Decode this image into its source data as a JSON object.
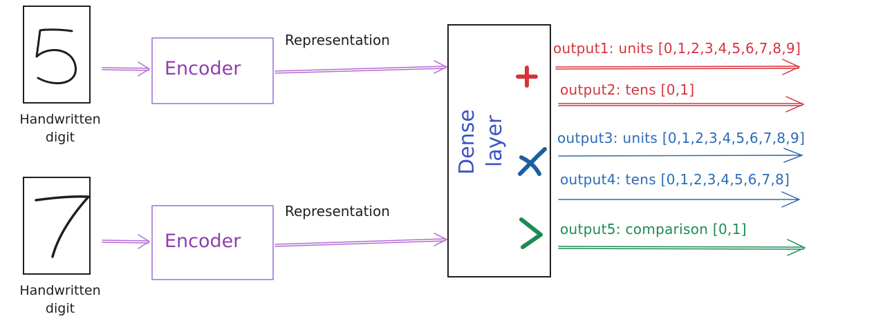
{
  "inputs": [
    {
      "digit": "5",
      "caption_line1": "Handwritten",
      "caption_line2": "digit"
    },
    {
      "digit": "7",
      "caption_line1": "Handwritten",
      "caption_line2": "digit"
    }
  ],
  "encoders": [
    {
      "label": "Encoder",
      "representation_label": "Representation"
    },
    {
      "label": "Encoder",
      "representation_label": "Representation"
    }
  ],
  "dense_layer": {
    "line1": "Dense",
    "line2": "layer"
  },
  "operators": {
    "plus": "+",
    "times": "×",
    "greater": ">"
  },
  "outputs": [
    {
      "label": "output1: units [0,1,2,3,4,5,6,7,8,9]",
      "color": "#d6333b"
    },
    {
      "label": "output2: tens [0,1]",
      "color": "#d6333b"
    },
    {
      "label": "output3: units [0,1,2,3,4,5,6,7,8,9]",
      "color": "#2a6bb5"
    },
    {
      "label": "output4: tens [0,1,2,3,4,5,6,7,8]",
      "color": "#2a6bb5"
    },
    {
      "label": "output5: comparison [0,1]",
      "color": "#1d8a55"
    }
  ],
  "colors": {
    "ink": "#1e1e1e",
    "encoder": "#8e3fae",
    "dense_text": "#3a54c4",
    "plus": "#d6333b",
    "times": "#1c5f9e",
    "greater": "#1d8a55"
  }
}
